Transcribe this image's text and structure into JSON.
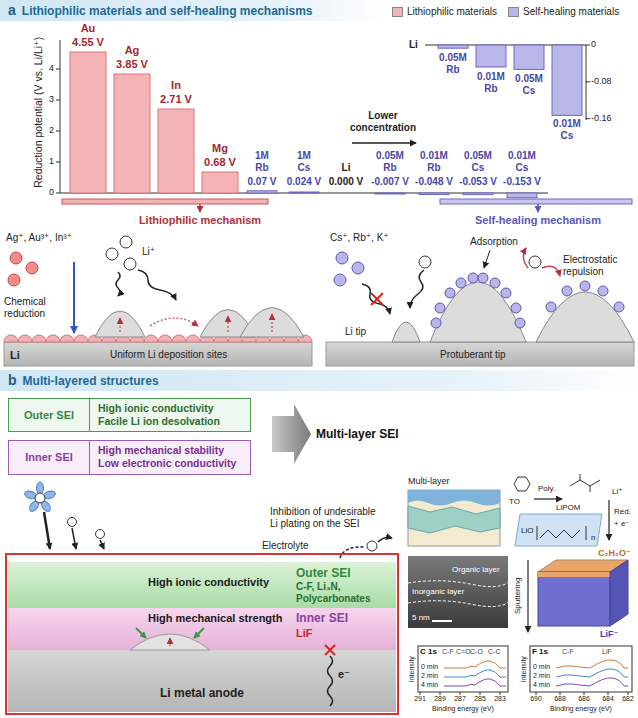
{
  "diagram": {
    "nodes": [
      {
        "text": [
          "a",
          "Lithiophilic materials and self-healing mechanisms"
        ]
      },
      {
        "text": [
          "b",
          "Multi-layered structures"
        ]
      },
      {
        "text": [
          "Outer SEI",
          "High ionic conductivity Facile Li ion desolvation"
        ]
      },
      {
        "text": [
          "Inner SEI",
          "High mechanical stability Low electronic conductivity"
        ]
      },
      {
        "text": [
          "High ionic conductivity",
          "Outer SEI",
          "C-F, Li₃N, Polycarbonates"
        ]
      },
      {
        "text": [
          "High mechanical strength",
          "Inner SEI",
          "LiF"
        ]
      },
      {
        "text": [
          "Li metal anode"
        ]
      }
    ],
    "labels": [
      "Reduction potential (V vs. Li/Li⁺)",
      "0",
      "1",
      "2",
      "3",
      "4",
      "Au",
      "4.55 V",
      "Ag",
      "3.85 V",
      "In",
      "2.71 V",
      "Mg",
      "0.68 V",
      "1M Rb",
      "0.07 V",
      "1M Cs",
      "0.024 V",
      "Li",
      "0.000 V",
      "0.05M Rb",
      "-0.007 V",
      "0.01M Rb",
      "-0.048 V",
      "0.05M Cs",
      "-0.053 V",
      "0.01M Cs",
      "-0.153 V",
      "Lower concentration",
      "Li",
      "0",
      "-0.08",
      "-0.16",
      "0.05M Rb",
      "0.01M Rb",
      "0.05M Cs",
      "0.01M Cs",
      "Lithiophilic mechanism",
      "Self-healing mechanism",
      "Ag⁺, Au³⁺, In³⁺",
      "Chemical reduction",
      "Li⁺",
      "Li",
      "Uniform Li deposition sites",
      "Cs⁺, Rb⁺, K⁺",
      "Adsorption",
      "Electrostatic repulsion",
      "Li tip",
      "Protuberant tip",
      "Multi-layer SEI",
      "e⁻",
      "Inhibition of undesirable Li plating on the SEI",
      "Electrolyte",
      "Multi-layer",
      "TO",
      "Poly.",
      "LiPOM",
      "LiO",
      "n",
      "Li⁺",
      "Red.",
      "+ e⁻",
      "Organic layer",
      "Inorganic layer",
      "5 nm",
      "C₂H₂O⁻",
      "Sputtering",
      "LiF⁻",
      "C 1s",
      "C-F",
      "C=O",
      "C-O",
      "C-C",
      "0 min",
      "2 min",
      "4 min",
      "Intensity",
      "Binding energy (eV)",
      "291",
      "289",
      "287",
      "285",
      "283",
      "F 1s",
      "C-F",
      "LiF",
      "0 min",
      "2 min",
      "4 min",
      "Intensity",
      "Binding energy (eV)",
      "690",
      "688",
      "686",
      "684",
      "682"
    ],
    "legend": [
      {
        "text": "Lithiophilic materials",
        "color": "#f4b3b5"
      },
      {
        "text": "Self-healing materials",
        "color": "#b9b6e8"
      }
    ]
  }
}
